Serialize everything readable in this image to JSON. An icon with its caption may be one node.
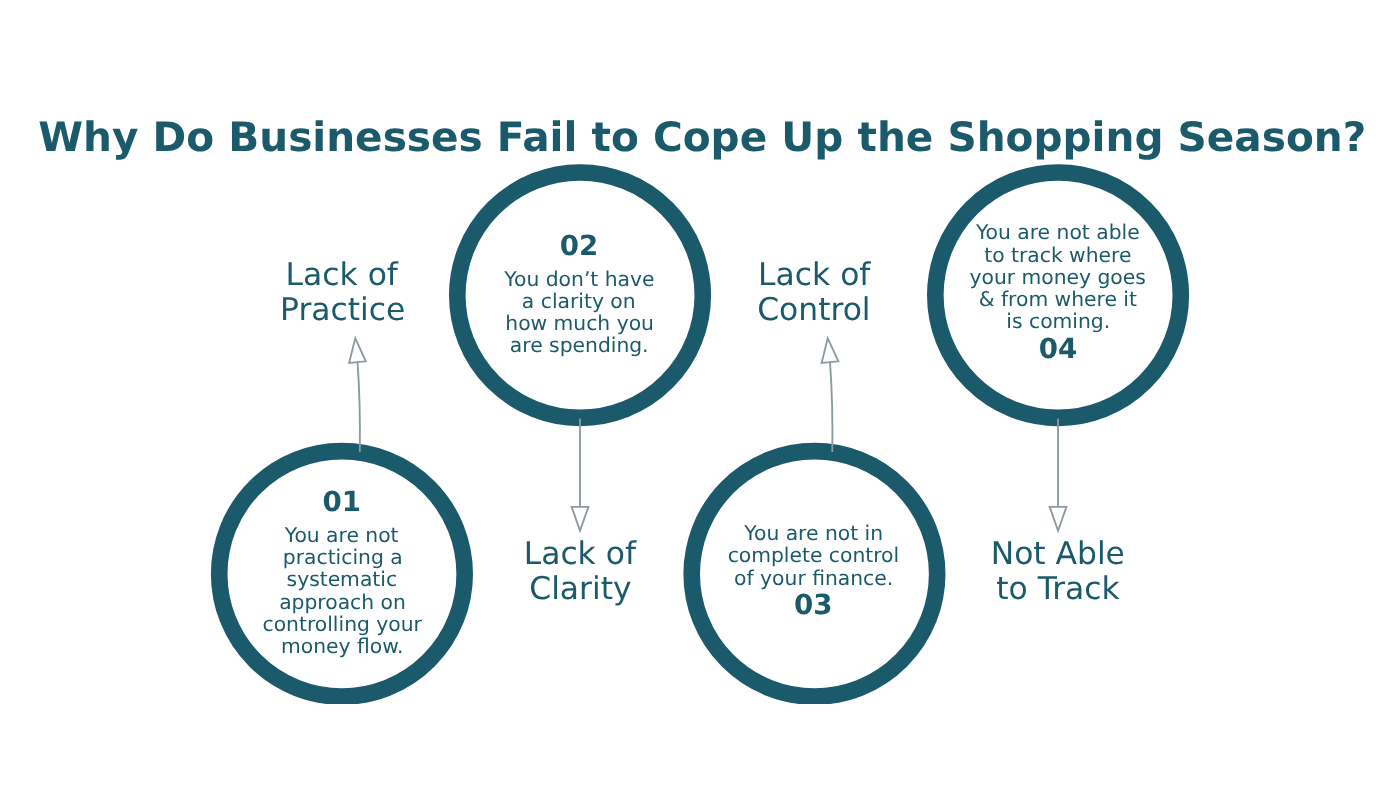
{
  "diagram": {
    "title": "Why Do Businesses Fail to Cope Up the Shopping Season?",
    "nodes": [
      {
        "text": [
          "Lack of Practice"
        ]
      },
      {
        "text": [
          "01",
          "You are not practicing a systematic approach on controlling your money flow."
        ]
      },
      {
        "text": [
          "02",
          "You don’t have a clarity on how much you are spending."
        ]
      },
      {
        "text": [
          "Lack of Clarity"
        ]
      },
      {
        "text": [
          "Lack of Control"
        ]
      },
      {
        "text": [
          "You are not in complete control of your finance.",
          "03"
        ]
      },
      {
        "text": [
          "You are not able to track where your money goes & from where it is coming.",
          "04"
        ]
      },
      {
        "text": [
          "Not Able to Track"
        ]
      }
    ],
    "edges": [
      {
        "from": 1,
        "to": 0,
        "arrow": "to"
      },
      {
        "from": 2,
        "to": 3,
        "arrow": "to"
      },
      {
        "from": 5,
        "to": 4,
        "arrow": "to"
      },
      {
        "from": 6,
        "to": 7,
        "arrow": "to"
      }
    ]
  }
}
